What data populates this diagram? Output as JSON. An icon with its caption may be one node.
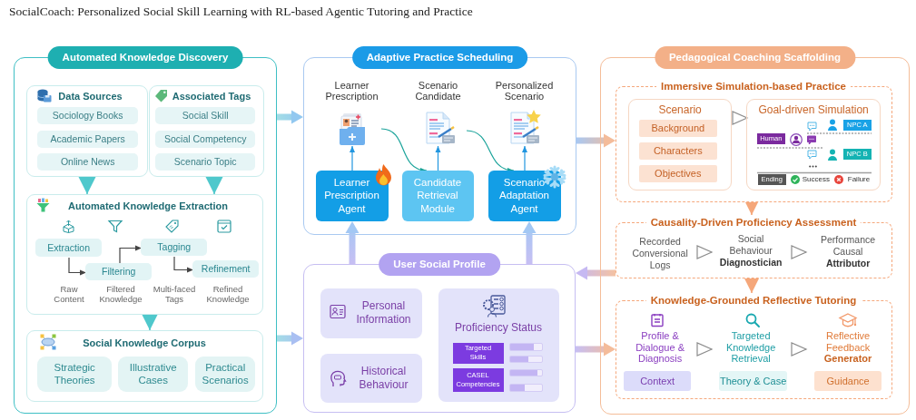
{
  "diagram": {
    "title": "SocialCoach: Personalized Social Skill Learning with RL-based Agentic Tutoring and Practice",
    "nodes": [
      {
        "text": [
          "Automated Knowledge Discovery"
        ]
      },
      {
        "text": [
          "Data Sources"
        ],
        "in": 0
      },
      {
        "text": [
          "Sociology Books"
        ],
        "in": 1
      },
      {
        "text": [
          "Academic Papers"
        ],
        "in": 1
      },
      {
        "text": [
          "Online News"
        ],
        "in": 1
      },
      {
        "text": [
          "Associated Tags"
        ],
        "in": 0
      },
      {
        "text": [
          "Social Skill"
        ],
        "in": 5
      },
      {
        "text": [
          "Social Competency"
        ],
        "in": 5
      },
      {
        "text": [
          "Scenario Topic"
        ],
        "in": 5
      },
      {
        "text": [
          "Automated Knowledge Extraction"
        ],
        "in": 0
      },
      {
        "text": [
          "Extraction"
        ],
        "in": 9
      },
      {
        "text": [
          "Filtering"
        ],
        "in": 9
      },
      {
        "text": [
          "Tagging"
        ],
        "in": 9
      },
      {
        "text": [
          "Refinement"
        ],
        "in": 9
      },
      {
        "text": [
          "Social Knowledge Corpus"
        ],
        "in": 0
      },
      {
        "text": [
          "Strategic Theories"
        ],
        "in": 14
      },
      {
        "text": [
          "Illustrative Cases"
        ],
        "in": 14
      },
      {
        "text": [
          "Practical Scenarios"
        ],
        "in": 14
      },
      {
        "text": [
          "Adaptive Practice Scheduling"
        ]
      },
      {
        "text": [
          "Learner Prescription"
        ],
        "in": 18
      },
      {
        "text": [
          "Scenario Candidate"
        ],
        "in": 18
      },
      {
        "text": [
          "Personalized Scenario"
        ],
        "in": 18
      },
      {
        "text": [
          "Learner Prescription Agent"
        ],
        "in": 18
      },
      {
        "text": [
          "Candidate Retrieval Module"
        ],
        "in": 18
      },
      {
        "text": [
          "Scenario Adaptation Agent"
        ],
        "in": 18
      },
      {
        "text": [
          "User Social Profile"
        ]
      },
      {
        "text": [
          "Personal Information"
        ],
        "in": 25
      },
      {
        "text": [
          "Historical Behaviour"
        ],
        "in": 25
      },
      {
        "text": [
          "Proficiency Status"
        ],
        "in": 25
      },
      {
        "text": [
          "Targeted Skills"
        ],
        "in": 28
      },
      {
        "text": [
          "CASEL Competencies"
        ],
        "in": 28
      },
      {
        "text": [
          "Pedagogical Coaching Scaffolding"
        ]
      },
      {
        "text": [
          "Immersive Simulation-based Practice"
        ],
        "in": 31
      },
      {
        "text": [
          "Scenario"
        ],
        "in": 32
      },
      {
        "text": [
          "Background"
        ],
        "in": 33
      },
      {
        "text": [
          "Characters"
        ],
        "in": 33
      },
      {
        "text": [
          "Objectives"
        ],
        "in": 33
      },
      {
        "text": [
          "Goal-driven Simulation"
        ],
        "in": 32
      },
      {
        "text": [
          "NPC A"
        ],
        "in": 37
      },
      {
        "text": [
          "Human"
        ],
        "in": 37
      },
      {
        "text": [
          "NPC B"
        ],
        "in": 37
      },
      {
        "text": [
          "Ending"
        ],
        "in": 37,
        "beside": [
          "Success",
          "Failure"
        ]
      },
      {
        "text": [
          "Causality-Driven Proficiency Assessment"
        ],
        "in": 31
      },
      {
        "text": [
          "Recorded Conversional Logs"
        ],
        "in": 42
      },
      {
        "text": [
          "Social Behaviour **Diagnostician**"
        ],
        "in": 42
      },
      {
        "text": [
          "Performance Causal **Attributor**"
        ],
        "in": 42
      },
      {
        "text": [
          "Knowledge-Grounded Reflective Tutoring"
        ],
        "in": 31
      },
      {
        "text": [
          "Profile & Dialogue & Diagnosis"
        ],
        "in": 46
      },
      {
        "text": [
          "Targeted Knowledge Retrieval"
        ],
        "in": 46
      },
      {
        "text": [
          "Reflective Feedback **Generator**"
        ],
        "in": 46
      },
      {
        "text": [
          "Context"
        ],
        "in": 46
      },
      {
        "text": [
          "Theory & Case"
        ],
        "in": 46
      },
      {
        "text": [
          "Guidance"
        ],
        "in": 46
      }
    ],
    "edges": [
      {
        "from": 1,
        "to": 9,
        "arrow": "to",
        "color": "#4fc8cc"
      },
      {
        "from": 5,
        "to": 9,
        "arrow": "to",
        "color": "#4fc8cc"
      },
      {
        "from": 10,
        "to": 11,
        "arrow": "to",
        "color": "#444444"
      },
      {
        "from": 11,
        "to": 12,
        "arrow": "to",
        "color": "#444444"
      },
      {
        "from": 12,
        "to": 13,
        "arrow": "to",
        "color": "#444444"
      },
      {
        "from": 9,
        "to": 14,
        "arrow": "to",
        "color": "#4fc8cc"
      },
      {
        "from": 0,
        "to": 18,
        "arrow": "to",
        "style": "thick",
        "color": "#92c8f0"
      },
      {
        "from": 0,
        "to": 25,
        "arrow": "to",
        "style": "thick",
        "color": "#a9bff2"
      },
      {
        "from": 22,
        "to": 19,
        "arrow": "to",
        "color": "#2196e0"
      },
      {
        "from": 23,
        "to": 20,
        "arrow": "to",
        "color": "#2196e0"
      },
      {
        "from": 24,
        "to": 21,
        "arrow": "to",
        "color": "#2196e0"
      },
      {
        "from": 19,
        "to": 23,
        "arrow": "to",
        "color": "#1aa39a"
      },
      {
        "from": 20,
        "to": 24,
        "arrow": "to",
        "color": "#1aa39a"
      },
      {
        "from": 25,
        "to": 22,
        "arrow": "to",
        "style": "thick",
        "color": "#a3c8f4"
      },
      {
        "from": 25,
        "to": 24,
        "arrow": "to",
        "style": "thick",
        "color": "#a3c8f4"
      },
      {
        "from": 18,
        "to": 32,
        "arrow": "to",
        "style": "thick",
        "color": "#f4bc9a"
      },
      {
        "from": 42,
        "to": 25,
        "arrow": "to",
        "style": "thick",
        "color": "#c6b9f2"
      },
      {
        "from": 25,
        "to": 46,
        "arrow": "to",
        "style": "thick",
        "color": "#f4bc9a"
      },
      {
        "from": 33,
        "to": 37,
        "arrow": "to"
      },
      {
        "from": 32,
        "to": 42,
        "arrow": "to",
        "color": "#f5a77a"
      },
      {
        "from": 43,
        "to": 44,
        "arrow": "to"
      },
      {
        "from": 44,
        "to": 45,
        "arrow": "to"
      },
      {
        "from": 42,
        "to": 46,
        "arrow": "to",
        "color": "#f5a77a"
      },
      {
        "from": 47,
        "to": 48,
        "arrow": "to"
      },
      {
        "from": 48,
        "to": 49,
        "arrow": "to"
      }
    ],
    "labels": [
      "Raw Content",
      "Filtered Knowledge",
      "Multi-faced Tags",
      "Refined Knowledge"
    ]
  }
}
